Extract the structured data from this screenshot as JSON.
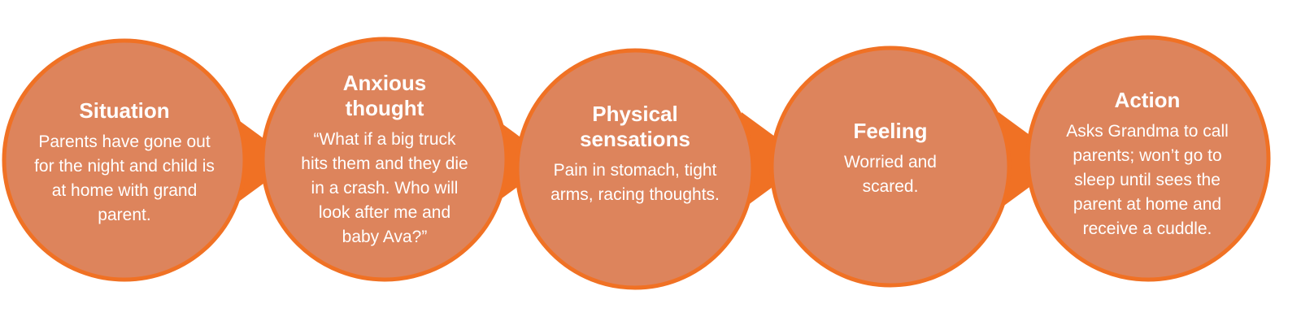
{
  "colors": {
    "fill": "#DD845C",
    "stroke": "#F07124",
    "arrow": "#F07124",
    "text": "#FFFFFF"
  },
  "steps": [
    {
      "title": "Situation",
      "body": "Parents have gone out for the night and child is at home with grand parent."
    },
    {
      "title": "Anxious thought",
      "body": "“What if a big truck hits them and they die in a crash. Who will look after me and baby Ava?”"
    },
    {
      "title": "Physical sensations",
      "body": "Pain in stomach, tight arms, racing thoughts."
    },
    {
      "title": "Feeling",
      "body": "Worried and scared."
    },
    {
      "title": "Action",
      "body": "Asks Grandma to call parents; won’t go to sleep until sees the parent at home and receive a cuddle."
    }
  ]
}
